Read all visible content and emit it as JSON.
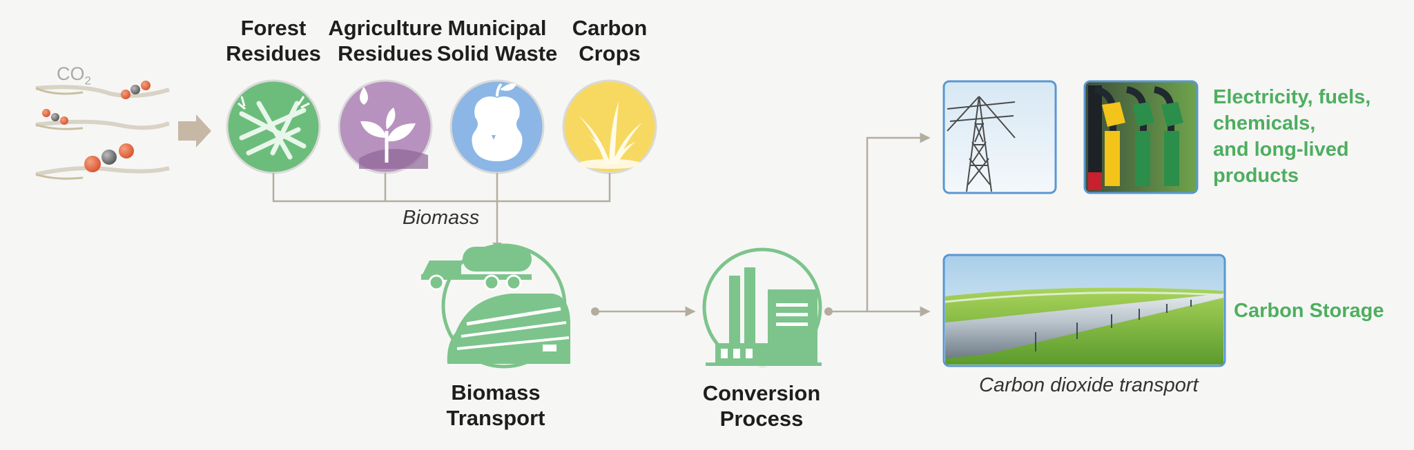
{
  "co2_label": {
    "main": "CO",
    "sub": "2"
  },
  "feedstocks": [
    {
      "id": "forest",
      "lines": [
        "Forest",
        "Residues"
      ],
      "icon": "forest-residues-icon",
      "color": "#6cbd7b"
    },
    {
      "id": "agriculture",
      "lines": [
        "Agriculture",
        "Residues"
      ],
      "icon": "agriculture-residues-icon",
      "color": "#b892bf"
    },
    {
      "id": "municipal",
      "lines": [
        "Municipal",
        "Solid Waste"
      ],
      "icon": "apple-core-icon",
      "color": "#8cb6e6"
    },
    {
      "id": "crops",
      "lines": [
        "Carbon",
        "Crops"
      ],
      "icon": "grass-icon",
      "color": "#f7d962"
    }
  ],
  "biomass_label": "Biomass",
  "transport": {
    "lines": [
      "Biomass",
      "Transport"
    ],
    "icon": "truck-train-icon"
  },
  "conversion": {
    "lines": [
      "Conversion",
      "Process"
    ],
    "icon": "factory-icon"
  },
  "products": {
    "lines": [
      "Electricity, fuels,",
      "chemicals,",
      "and long-lived",
      "products"
    ],
    "photos": [
      "power-tower-photo",
      "fuel-nozzles-photo"
    ]
  },
  "storage": {
    "label": "Carbon Storage",
    "photo": "pipeline-photo",
    "caption": "Carbon dioxide transport"
  },
  "colors": {
    "accent_green": "#4eae5f",
    "icon_green": "#7cc48b",
    "connector": "#b3ad9f",
    "arrow": "#c6b8a5",
    "photo_border": "#5a97d1"
  }
}
